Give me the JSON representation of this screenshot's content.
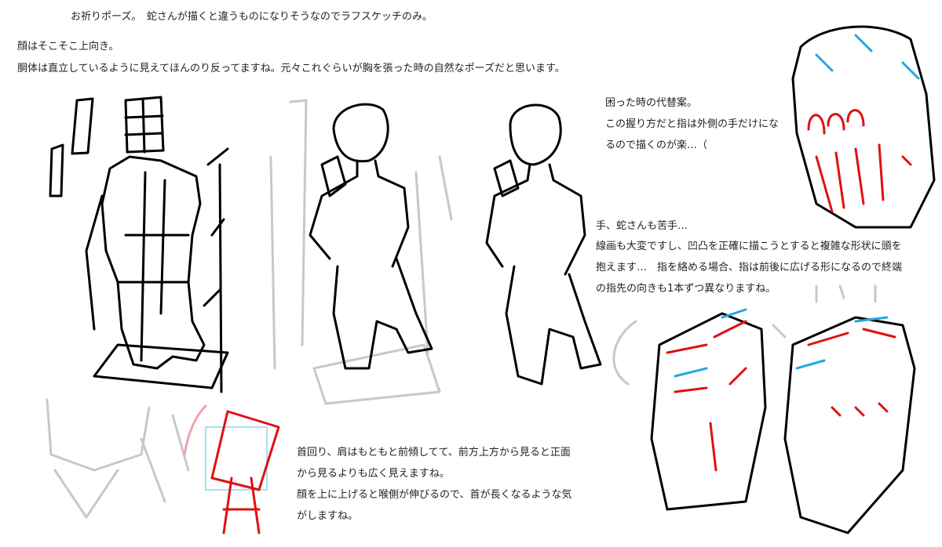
{
  "header": {
    "title_line": "お祈りポーズ。　蛇さんが描くと違うものになりそうなのでラフスケッチのみ。"
  },
  "notes": {
    "face": "顔はそこそこ上向き。",
    "torso": "胴体は直立しているように見えてほんのり反ってますね。元々これぐらいが胸を張った時の自然なポーズだと思います。"
  },
  "alternative": {
    "lines": [
      "困った時の代替案。",
      "この握り方だと指は外側の手だけにな",
      "るので描くのが楽…（"
    ]
  },
  "hands": {
    "lines": [
      "手、蛇さんも苦手…",
      "線画も大変ですし、凹凸を正確に描こうとすると複雑な形状に頭を",
      "抱えます…　指を絡める場合、指は前後に広げる形になるので終端",
      "の指先の向きも1本ずつ異なりますね。"
    ]
  },
  "neck": {
    "lines": [
      "首回り、肩はもともと前傾してて、前方上方から見ると正面",
      "から見るよりも広く見えますね。",
      "顔を上に上げると喉側が伸びるので、首が長くなるような気",
      "がしますね。"
    ]
  },
  "colors": {
    "ink": "#000000",
    "guide": "#c8c8c8",
    "red": "#e01010",
    "blue": "#22a6e0"
  }
}
